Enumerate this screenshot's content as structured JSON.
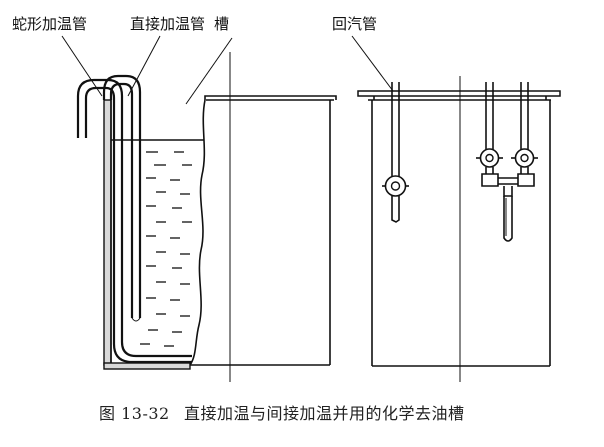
{
  "labels": {
    "coil_heating_pipe": "蛇形加温管",
    "direct_heating_pipe": "直接加温管",
    "tank": "槽",
    "return_steam_pipe": "回汽管"
  },
  "caption": {
    "figure_number": "图 13-32",
    "title": "直接加温与间接加温并用的化学去油槽"
  }
}
